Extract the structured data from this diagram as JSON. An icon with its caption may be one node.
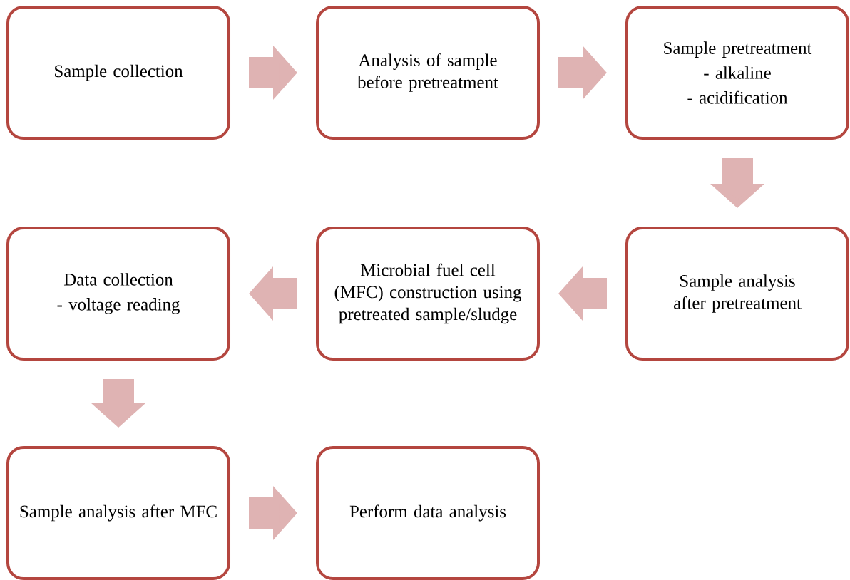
{
  "diagram": {
    "nodes": [
      {
        "text": [
          "Sample collection"
        ]
      },
      {
        "text": [
          "Analysis of sample before pretreatment"
        ]
      },
      {
        "text": [
          "Sample pretreatment",
          "- alkaline",
          "- acidification"
        ]
      },
      {
        "text": [
          "Sample analysis after pretreatment"
        ]
      },
      {
        "text": [
          "Microbial fuel cell (MFC) construction using pretreated sample/sludge"
        ]
      },
      {
        "text": [
          "Data collection",
          "- voltage reading"
        ]
      },
      {
        "text": [
          "Sample analysis after MFC"
        ]
      },
      {
        "text": [
          "Perform data analysis"
        ]
      }
    ],
    "edges": [
      {
        "from": 0,
        "to": 1,
        "arrow": "to"
      },
      {
        "from": 1,
        "to": 2,
        "arrow": "to"
      },
      {
        "from": 2,
        "to": 3,
        "arrow": "to"
      },
      {
        "from": 3,
        "to": 4,
        "arrow": "to"
      },
      {
        "from": 4,
        "to": 5,
        "arrow": "to"
      },
      {
        "from": 5,
        "to": 6,
        "arrow": "to"
      },
      {
        "from": 6,
        "to": 7,
        "arrow": "to"
      }
    ]
  }
}
